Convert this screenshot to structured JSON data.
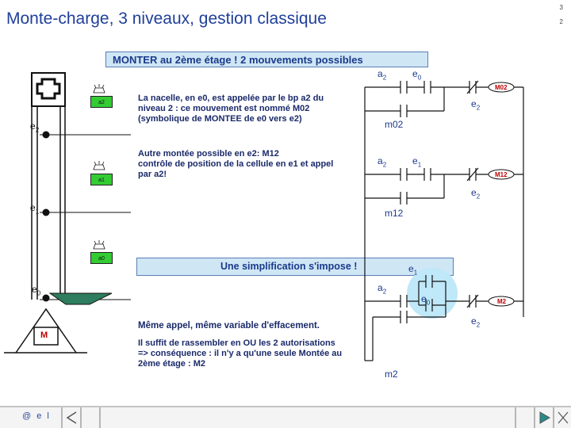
{
  "slide": {
    "title": "Monte-charge, 3 niveaux, gestion classique",
    "num_top": "3",
    "num_bottom": "2"
  },
  "header": {
    "text": "MONTER au 2ème étage ! 2 mouvements possibles"
  },
  "notes": {
    "p1": [
      "La nacelle, en e0, est appelée par le bp a2 du",
      "niveau 2 : ce mouvement est nommé M02",
      "(symbolique de MONTEE de e0 vers e2)"
    ],
    "p2": [
      "Autre montée possible en e2: M12",
      "contrôle de position de la cellule en e1 et appel",
      "par a2!"
    ],
    "simplification": "Une simplification s'impose !",
    "p3": "Même appel, même variable d'effacement.",
    "p4": [
      "Il suffit de rassembler en OU les 2 autorisations",
      "=> conséquence : il n'y a qu'une seule Montée au",
      "2ème étage :                   M2"
    ]
  },
  "shaft": {
    "floors": [
      {
        "name": "e",
        "sub": "2"
      },
      {
        "name": "e",
        "sub": "1"
      },
      {
        "name": "e",
        "sub": "0"
      }
    ],
    "buttons": [
      "a2",
      "a1",
      "a0"
    ],
    "motor": "M"
  },
  "ladder": {
    "rung1": {
      "contacts": [
        {
          "name": "a",
          "sub": "2"
        },
        {
          "name": "e",
          "sub": "0"
        }
      ],
      "seal": "m02",
      "break": {
        "name": "e",
        "sub": "2"
      },
      "coil": "M02"
    },
    "rung2": {
      "contacts": [
        {
          "name": "a",
          "sub": "2"
        },
        {
          "name": "e",
          "sub": "1"
        }
      ],
      "seal": "m12",
      "break": {
        "name": "e",
        "sub": "2"
      },
      "coil": "M12"
    },
    "rung3": {
      "contacts": [
        {
          "name": "a",
          "sub": "2"
        },
        {
          "name": "e",
          "sub": "1"
        },
        {
          "name": "e",
          "sub": "0"
        }
      ],
      "seal": "m2",
      "break": {
        "name": "e",
        "sub": "2"
      },
      "coil": "M2"
    }
  },
  "footer": {
    "logo": "@ e l"
  },
  "colors": {
    "accent": "#1f3f9a",
    "box_fill": "#cfe6f5",
    "coil_red": "#c00000",
    "highlight": "#bfe8f8",
    "button_green": "#33cc33"
  }
}
